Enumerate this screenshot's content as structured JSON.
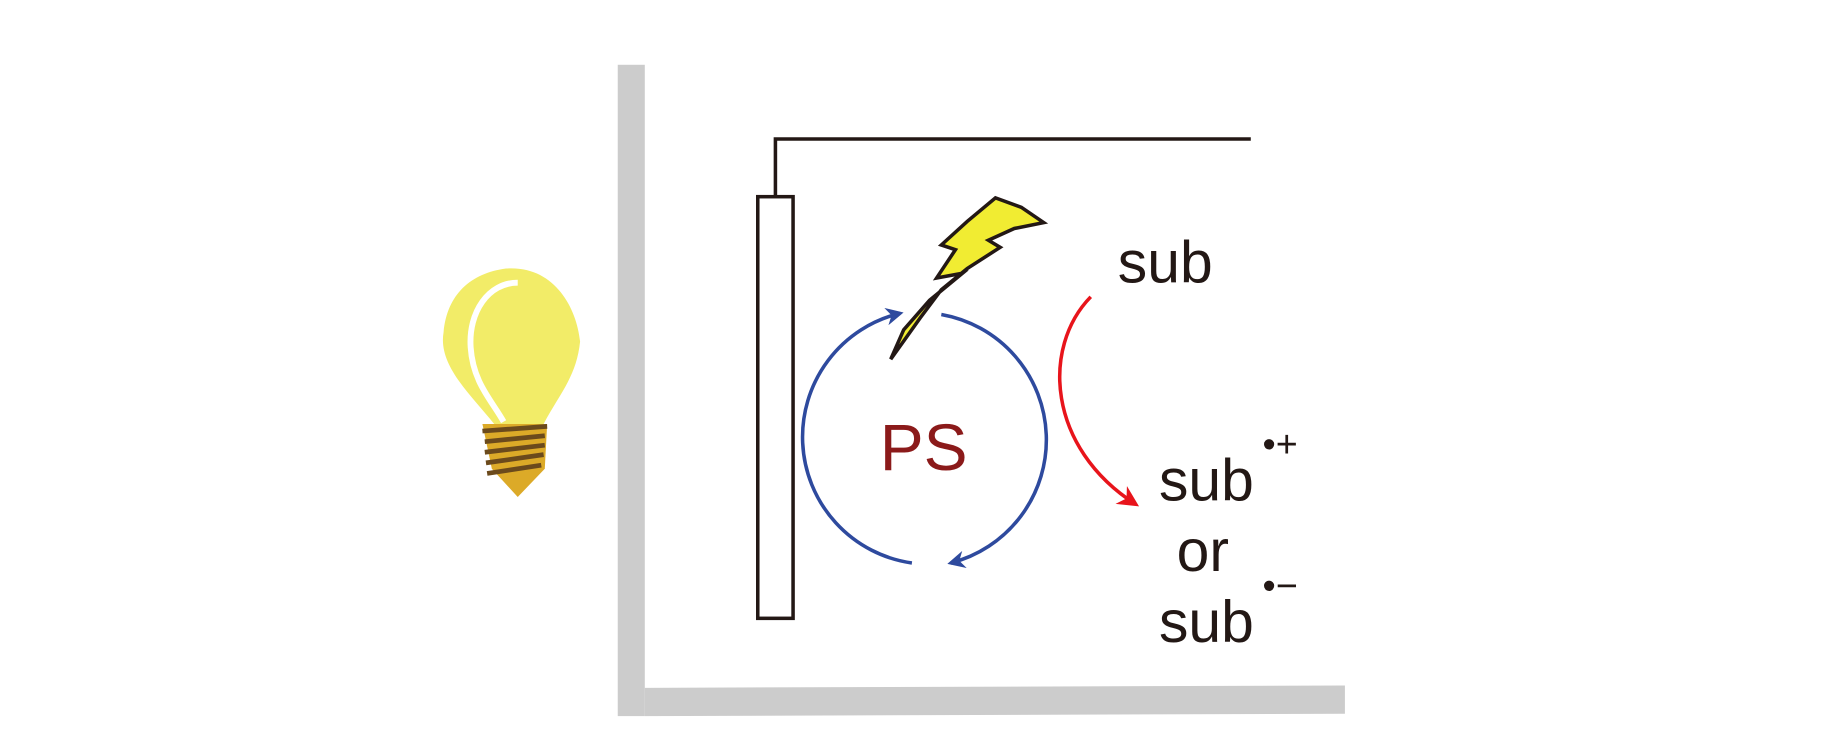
{
  "diagram": {
    "photosensitizer_label": "PS",
    "substrate_label": "sub",
    "product_cation": {
      "base": "sub",
      "superscript": "•+"
    },
    "connector": "or",
    "product_anion": {
      "base": "sub",
      "superscript": "•−"
    }
  },
  "colors": {
    "cell_wall": "#cccccc",
    "cycle_arrow": "#2e4a9e",
    "reaction_arrow": "#e8141b",
    "ps_text": "#8b1a1a",
    "bolt_fill": "#f1ec32",
    "bulb_glass": "#f2ec68",
    "bulb_base": "#dcaa28",
    "ink": "#231815"
  }
}
